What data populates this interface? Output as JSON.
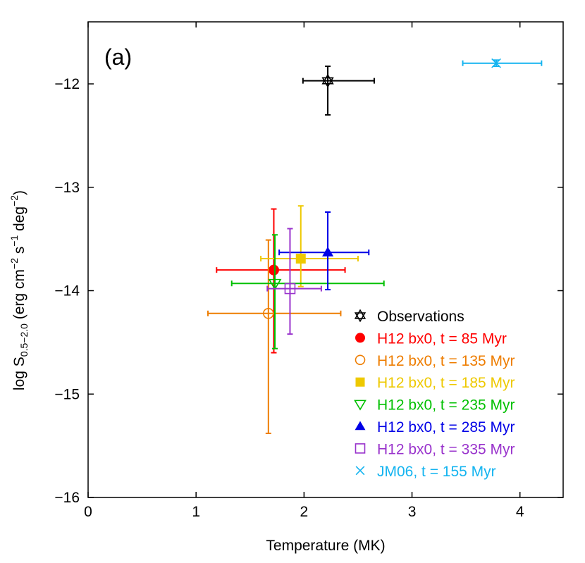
{
  "chart_data": {
    "type": "scatter",
    "panel_label": "(a)",
    "xlabel": "Temperature (MK)",
    "ylabel_parts": {
      "prefix": "log S",
      "sub": "0.5−2.0",
      "unit_open": " (erg cm",
      "sup1": "−2",
      "s": " s",
      "sup2": "−1",
      "deg": " deg",
      "sup3": "−2",
      "close": ")"
    },
    "xlim": [
      0,
      4.4
    ],
    "ylim": [
      -16,
      -11.4
    ],
    "xticks": [
      0,
      1,
      2,
      3,
      4
    ],
    "xtick_labels": [
      "0",
      "1",
      "2",
      "3",
      "4"
    ],
    "yticks": [
      -16,
      -15,
      -14,
      -13,
      -12
    ],
    "ytick_labels": [
      "−16",
      "−15",
      "−14",
      "−13",
      "−12"
    ],
    "legend_position": "lower-right",
    "series": [
      {
        "name": "Observations",
        "color": "#000000",
        "marker": "star-of-david",
        "x": 2.22,
        "y": -11.97,
        "xerr": [
          1.99,
          2.65
        ],
        "yerr": [
          -12.3,
          -11.83
        ]
      },
      {
        "name": "H12 bx0, t = 85 Myr",
        "color": "#ff0000",
        "marker": "filled-circle",
        "x": 1.72,
        "y": -13.8,
        "xerr": [
          1.19,
          2.38
        ],
        "yerr": [
          -14.6,
          -13.21
        ]
      },
      {
        "name": "H12 bx0, t = 135 Myr",
        "color": "#ee7d00",
        "marker": "open-circle",
        "x": 1.67,
        "y": -14.22,
        "xerr": [
          1.11,
          2.34
        ],
        "yerr": [
          -15.38,
          -13.51
        ]
      },
      {
        "name": "H12 bx0, t = 185 Myr",
        "color": "#eec900",
        "marker": "filled-square",
        "x": 1.97,
        "y": -13.69,
        "xerr": [
          1.6,
          2.5
        ],
        "yerr": [
          -13.96,
          -13.18
        ]
      },
      {
        "name": "H12 bx0, t = 235 Myr",
        "color": "#00c000",
        "marker": "open-triangle-down",
        "x": 1.73,
        "y": -13.93,
        "xerr": [
          1.33,
          2.74
        ],
        "yerr": [
          -14.56,
          -13.46
        ]
      },
      {
        "name": "H12 bx0, t = 285 Myr",
        "color": "#0000e6",
        "marker": "filled-triangle-up",
        "x": 2.22,
        "y": -13.63,
        "xerr": [
          1.77,
          2.6
        ],
        "yerr": [
          -13.99,
          -13.24
        ]
      },
      {
        "name": "H12 bx0, t = 335 Myr",
        "color": "#9933cc",
        "marker": "open-square",
        "x": 1.87,
        "y": -13.98,
        "xerr": [
          1.66,
          2.16
        ],
        "yerr": [
          -14.42,
          -13.4
        ]
      },
      {
        "name": "JM06, t = 155 Myr",
        "color": "#14b4f0",
        "marker": "cross",
        "x": 3.78,
        "y": -11.8,
        "xerr": [
          3.47,
          4.2
        ],
        "yerr": [
          -11.83,
          -11.77
        ]
      }
    ]
  }
}
